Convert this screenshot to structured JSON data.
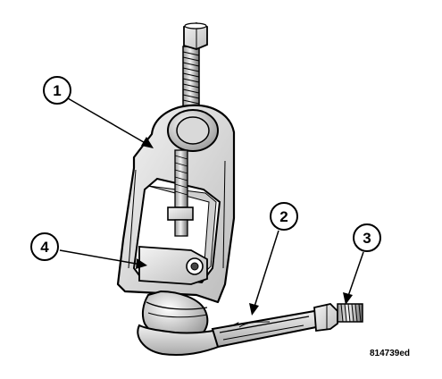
{
  "figure_code": "814739ed",
  "callouts": [
    {
      "id": "1",
      "label": "1"
    },
    {
      "id": "2",
      "label": "2"
    },
    {
      "id": "3",
      "label": "3"
    },
    {
      "id": "4",
      "label": "4"
    }
  ],
  "colors": {
    "ink": "#000000",
    "paper": "#ffffff",
    "shade_light": "#e6e6e6",
    "shade_mid": "#bdbdbd",
    "shade_dark": "#7a7a7a"
  }
}
